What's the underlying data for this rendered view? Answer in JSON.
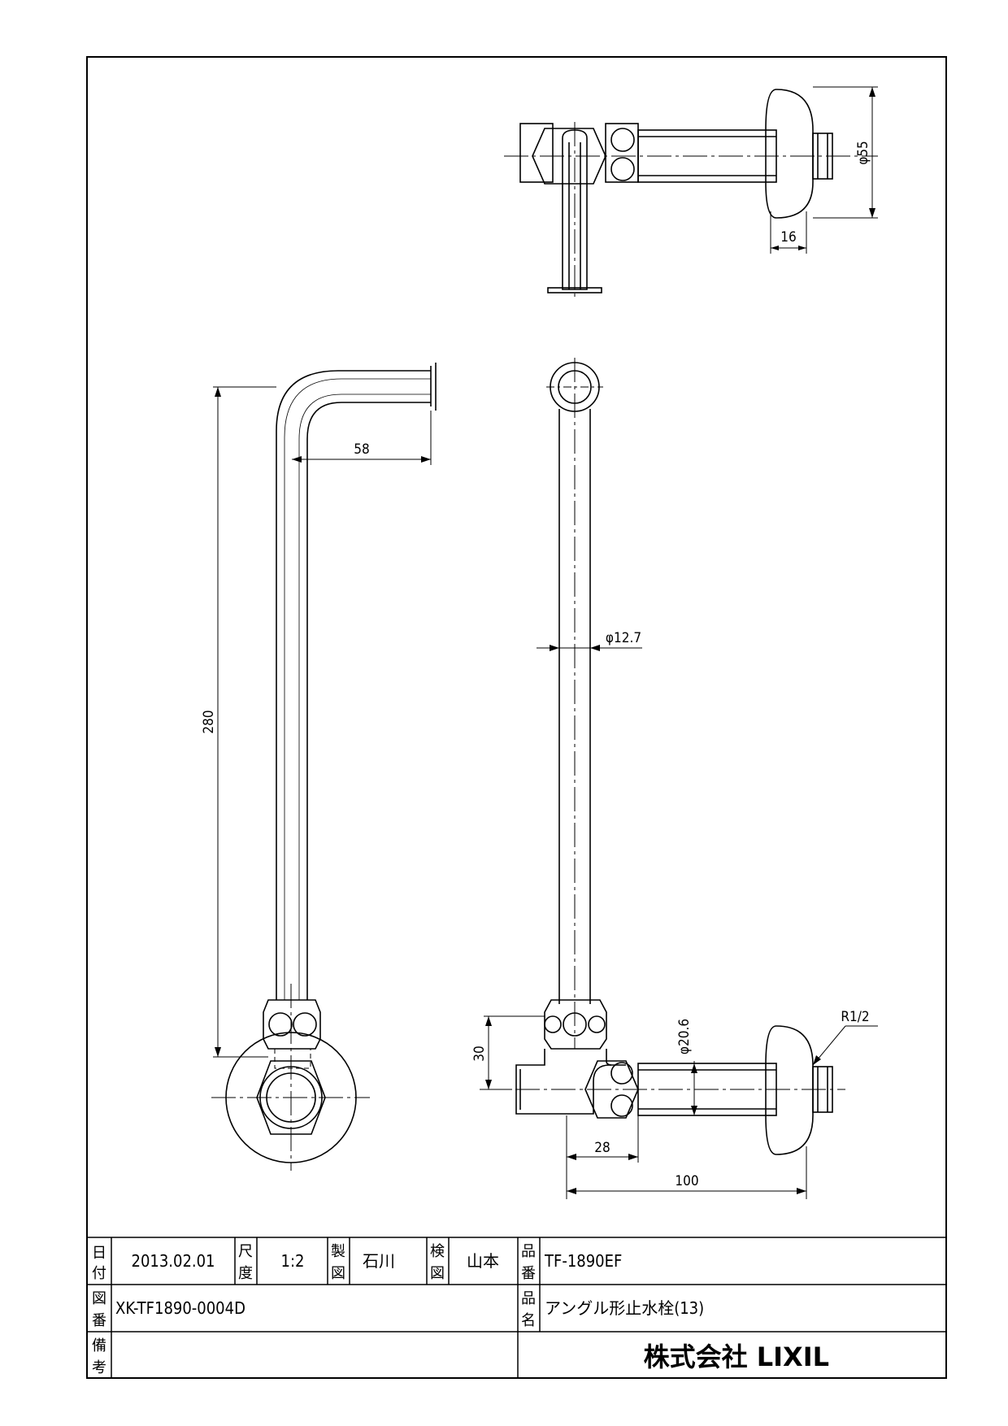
{
  "dimensions": {
    "dia_55": "φ55",
    "len_16": "16",
    "len_58": "58",
    "len_280": "280",
    "dia_12_7": "φ12.7",
    "len_30": "30",
    "dia_20_6": "φ20.6",
    "thread": "R1/2",
    "len_28": "28",
    "len_100": "100"
  },
  "title_block": {
    "date_label": [
      "日",
      "付"
    ],
    "date": "2013.02.01",
    "scale_label": [
      "尺",
      "度"
    ],
    "scale": "1:2",
    "drawn_label": [
      "製",
      "図"
    ],
    "drawn_by": "石川",
    "checked_label": [
      "検",
      "図"
    ],
    "checked_by": "山本",
    "part_no_label": [
      "品",
      "番"
    ],
    "part_no": "TF-1890EF",
    "drawing_no_label": [
      "図",
      "番"
    ],
    "drawing_no": "XK-TF1890-0004D",
    "part_name_label": [
      "品",
      "名"
    ],
    "part_name": "アングル形止水栓(13)",
    "notes_label": [
      "備",
      "考"
    ],
    "notes": "",
    "company": "株式会社 LIXIL"
  }
}
